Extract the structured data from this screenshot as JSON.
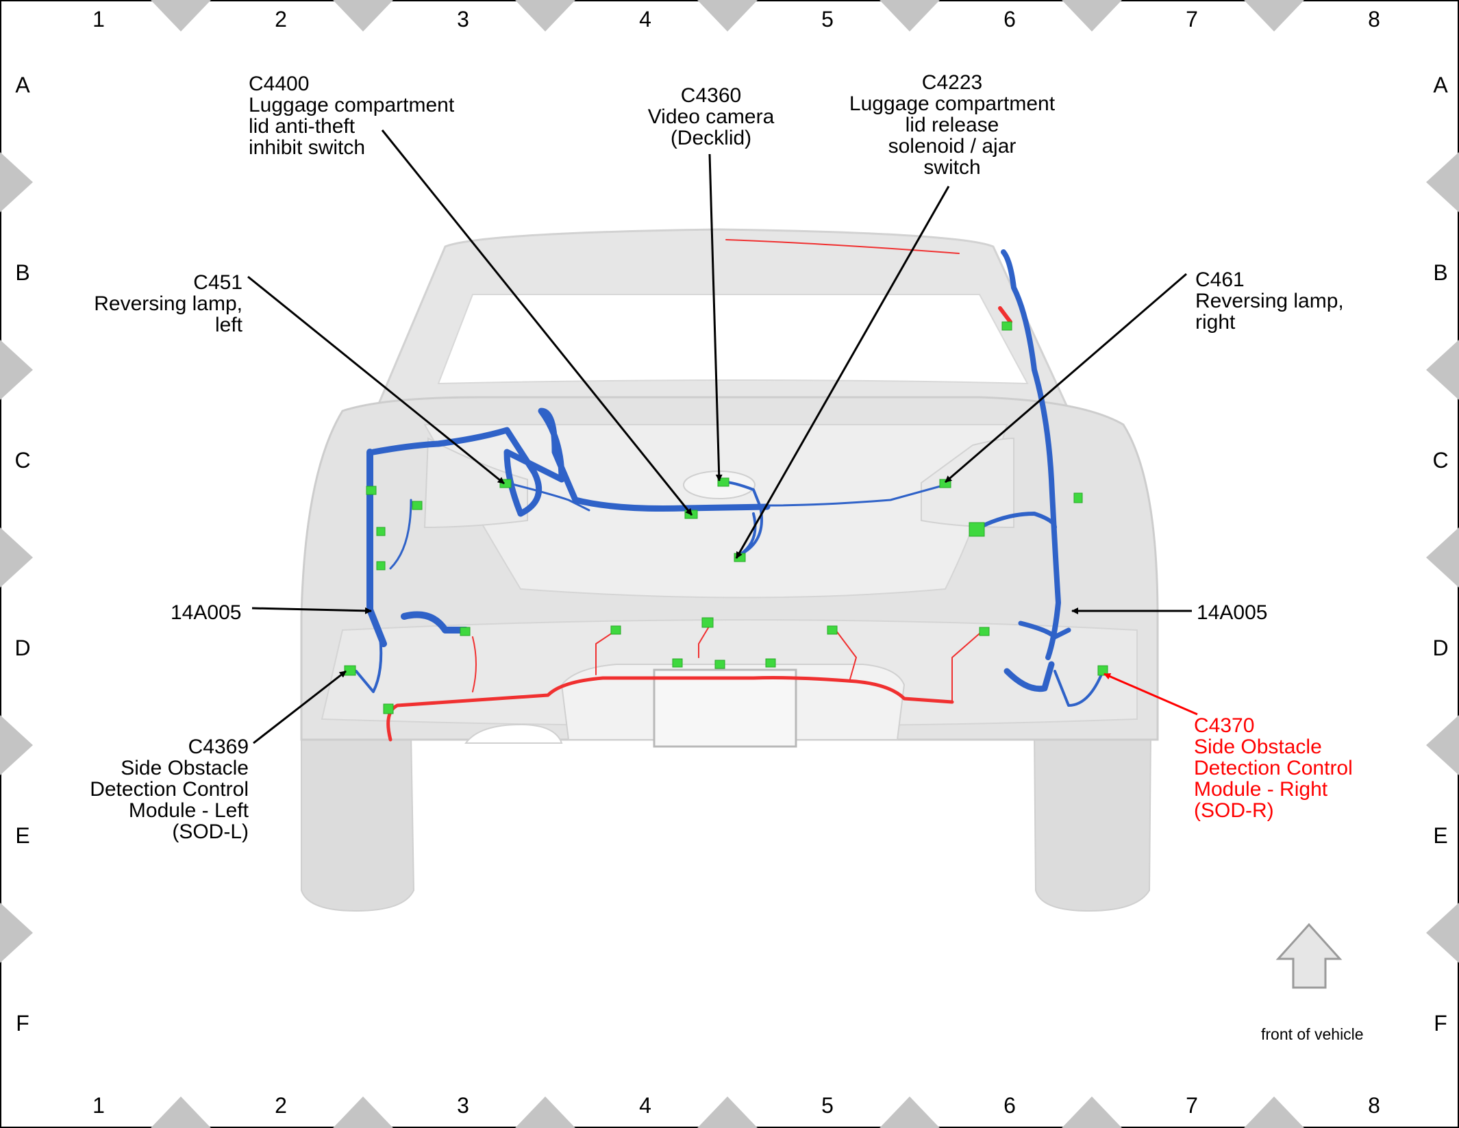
{
  "grid": {
    "columns": [
      "1",
      "2",
      "3",
      "4",
      "5",
      "6",
      "7",
      "8"
    ],
    "rows": [
      "A",
      "B",
      "C",
      "D",
      "E",
      "F"
    ]
  },
  "labels": {
    "c4400": "C4400\nLuggage compartment\nlid anti-theft\ninhibit switch",
    "c4360": "C4360\nVideo camera\n(Decklid)",
    "c4223": "C4223\nLuggage compartment\nlid release\nsolenoid / ajar\nswitch",
    "c451": "C451\nReversing lamp,\nleft",
    "c461": "C461\nReversing lamp,\nright",
    "harness_left": "14A005",
    "harness_right": "14A005",
    "c4369": "C4369\nSide Obstacle\nDetection Control\nModule - Left\n(SOD-L)",
    "c4370": "C4370\nSide Obstacle\nDetection Control\nModule - Right\n(SOD-R)"
  },
  "front_of_vehicle": "front of vehicle",
  "colors": {
    "harness_blue": "#2f62c8",
    "harness_red": "#f03030",
    "connector_green": "#3fd83f",
    "highlight_label": "#ff0000",
    "body_grey": "#e3e3e3"
  }
}
